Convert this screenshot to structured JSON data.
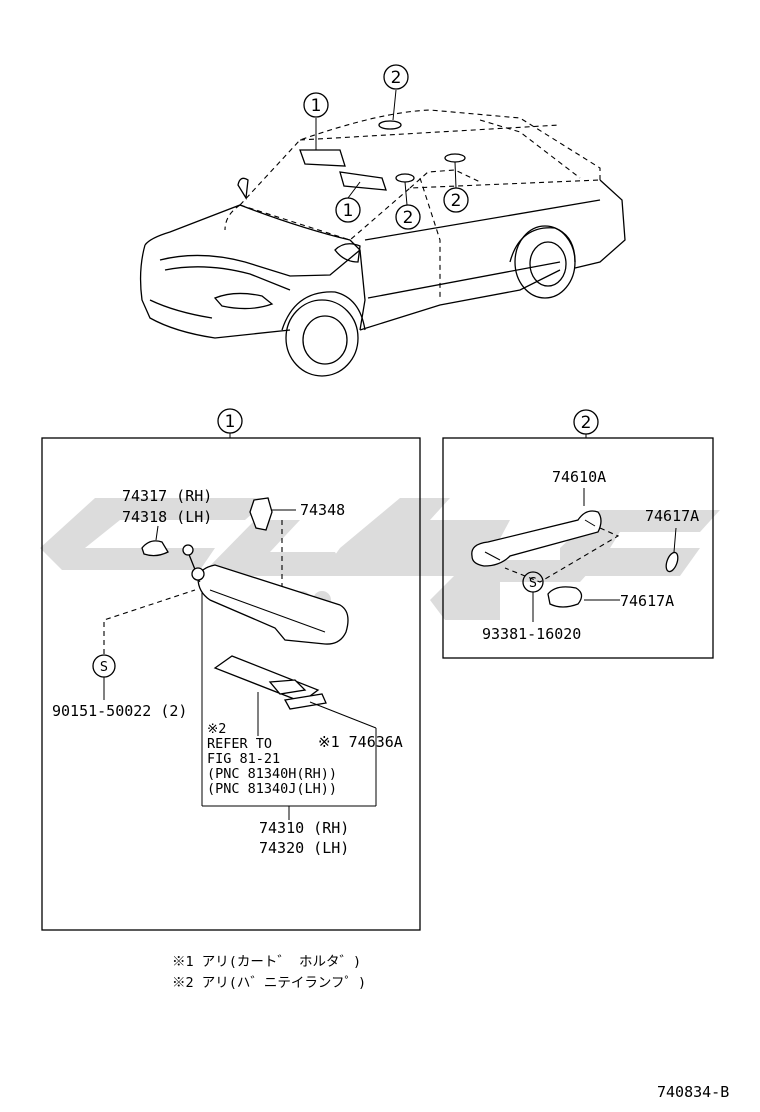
{
  "callouts": {
    "top_one_a": "1",
    "top_one_b": "1",
    "top_two_a": "2",
    "top_two_b": "2",
    "top_two_c": "2",
    "section_one": "1",
    "section_two": "2"
  },
  "screw_symbol": "S",
  "panel_one": {
    "p74317": "74317 (RH)",
    "p74318": "74318 (LH)",
    "p74348": "74348",
    "p90151": "90151-50022 (2)",
    "note_ref": [
      "※2",
      "REFER TO",
      "FIG 81-21",
      "(PNC 81340H(RH))",
      "(PNC 81340J(LH))"
    ],
    "p74636": "※1 74636A",
    "p74310": "74310 (RH)",
    "p74320": "74320 (LH)"
  },
  "panel_two": {
    "p74610": "74610A",
    "p74617_top": "74617A",
    "p74617_bottom": "74617A",
    "p93381": "93381-16020"
  },
  "footnotes": {
    "note1": "※1  アリ(カート゛ ホルタ゛)",
    "note2": "※2  アリ(ハ゛ニテイランフ゜)"
  },
  "figure_code": "740834-B"
}
